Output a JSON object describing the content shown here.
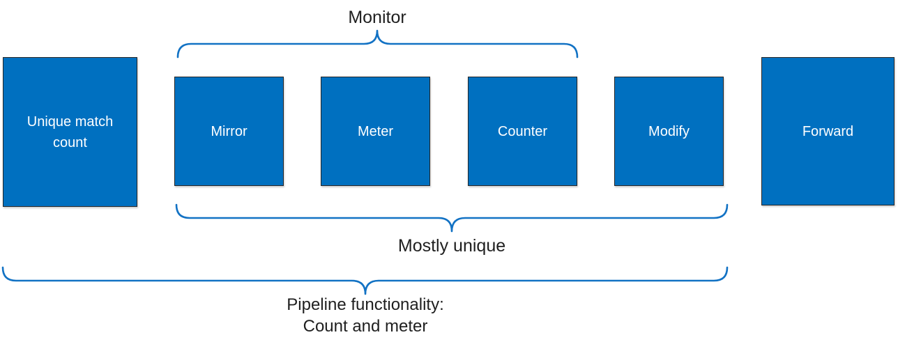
{
  "diagram": {
    "boxes": [
      {
        "label": "Unique match count"
      },
      {
        "label": "Mirror"
      },
      {
        "label": "Meter"
      },
      {
        "label": "Counter"
      },
      {
        "label": "Modify"
      },
      {
        "label": "Forward"
      }
    ],
    "annotations": {
      "monitor": {
        "label": "Monitor"
      },
      "mostly_unique": {
        "label": "Mostly unique"
      },
      "pipeline": {
        "label_line1": "Pipeline functionality:",
        "label_line2": "Count and meter"
      }
    },
    "colors": {
      "box_fill": "#0070C0",
      "box_border": "#262626",
      "box_text": "#ffffff",
      "brace_stroke": "#1272C4",
      "annotation_text": "#1f1f1f",
      "background": "#ffffff"
    }
  }
}
